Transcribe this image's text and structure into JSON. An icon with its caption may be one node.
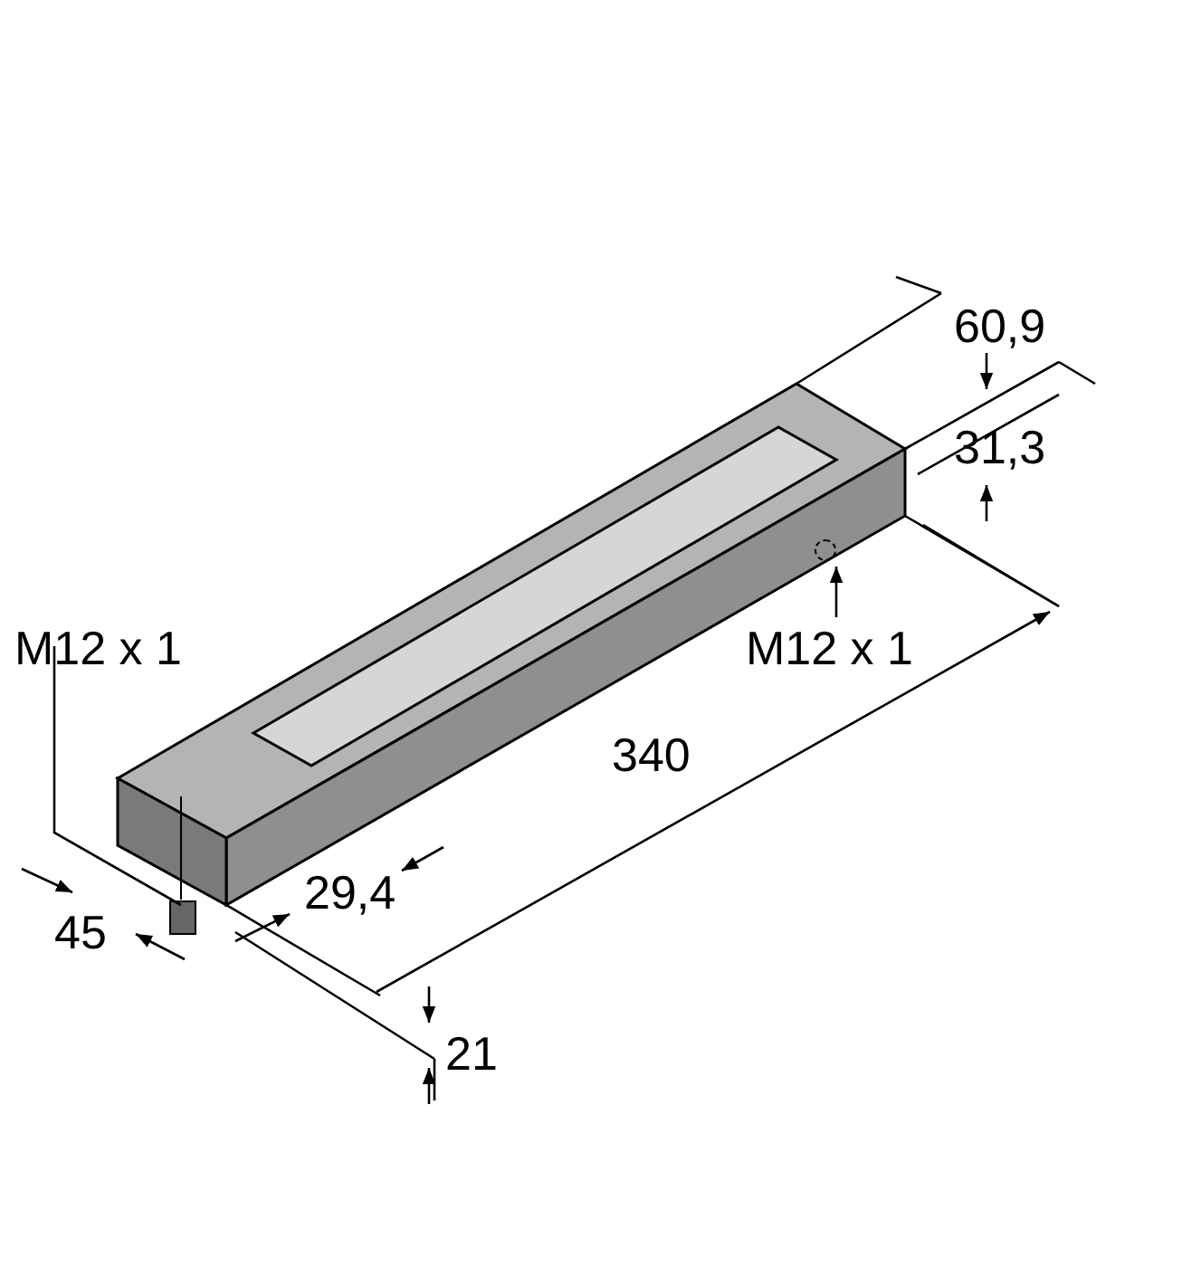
{
  "diagram": {
    "nodes": [
      {
        "text": [
          "M12 x 1"
        ]
      },
      {
        "text": [],
        "shape": "circle"
      }
    ],
    "edges": [
      {
        "from": 0,
        "to": 1,
        "arrow": "to"
      }
    ],
    "labels": [
      "60,9",
      "31,3",
      "M12 x 1",
      "340",
      "45",
      "29,4",
      "21"
    ]
  }
}
